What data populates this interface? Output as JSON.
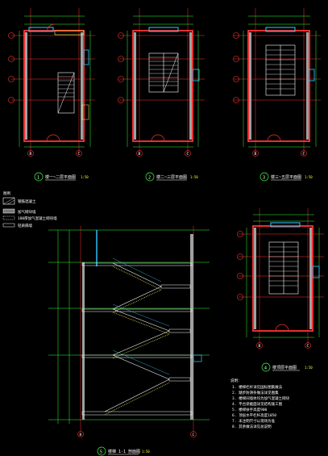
{
  "colors": {
    "background": "#000000",
    "wall": "#ff3333",
    "axis": "#ff3333",
    "dimension": "#33ff33",
    "stair": "#ffffff",
    "door": "#ff3333",
    "window": "#33ccff",
    "hatch": "#ffff66",
    "text": "#ffffff",
    "note": "#ffff33"
  },
  "plans": [
    {
      "id": "1",
      "label": "1",
      "title": "楼一~二层平面图",
      "scale": "1:50",
      "axis_labels": [
        "B",
        "C"
      ]
    },
    {
      "id": "2",
      "label": "2",
      "title": "楼二~三层平面图",
      "scale": "1:50",
      "axis_labels": [
        "B",
        "C"
      ]
    },
    {
      "id": "3",
      "label": "3",
      "title": "楼三~五层平面图",
      "scale": "1:50",
      "axis_labels": [
        "B",
        "C"
      ]
    },
    {
      "id": "4",
      "label": "4",
      "title": "楼顶层平面图",
      "scale": "1:50",
      "axis_labels": [
        "B",
        "C"
      ]
    }
  ],
  "section": {
    "label": "5",
    "title": "楼梯 1-1 剖面图",
    "scale": "1:50",
    "axis_labels": [
      "B",
      "C"
    ]
  },
  "legend": {
    "title": "图例",
    "items": [
      {
        "icon": "hatch-square-icon",
        "text": "钢筋混凝土"
      },
      {
        "icon": "brick-wall-icon",
        "text": "加气砌块墙"
      },
      {
        "icon": "dashed-bar-icon",
        "text": "180厚加气混凝土砌块墙"
      },
      {
        "icon": "plain-bar-icon",
        "text": "轻质隔墙"
      }
    ]
  },
  "notes": {
    "title": "说明：",
    "lines": [
      "1. 楼梯栏杆详见国标图集做法",
      "2. 踏步防滑条做法详见图集",
      "3. 楼梯间墙体均为加气混凝土砌块",
      "4. 平台梁截面详见结构施工图",
      "5. 楼梯扶手高度900",
      "6. 顶层水平栏杆高度1050",
      "7. 未注明尺寸以现场为准",
      "8. 其余做法详见总说明"
    ]
  }
}
